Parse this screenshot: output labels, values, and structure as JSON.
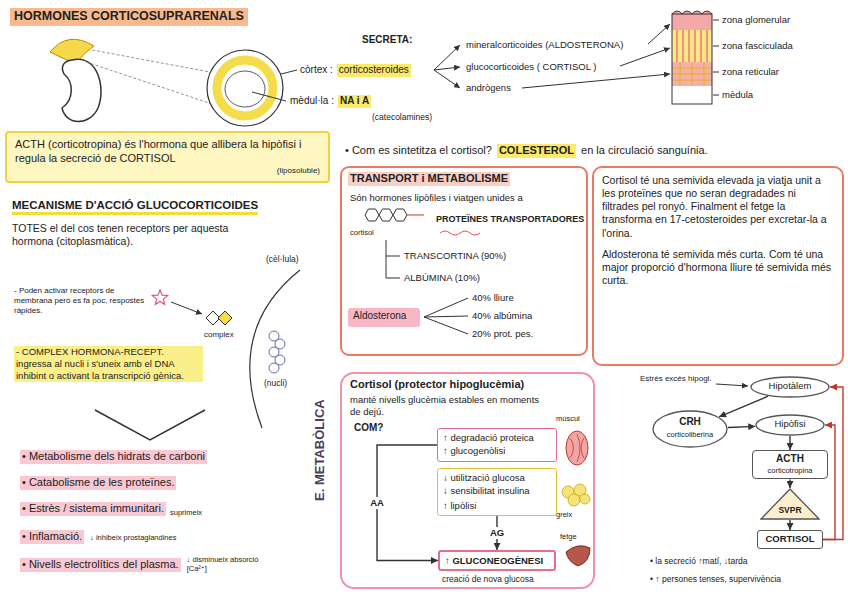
{
  "diagram": {
    "title": "HORMONES CORTICOSUPRARENALS",
    "nodes": [
      {
        "text": [
          "ACTH (corticotropina) és l'hormona que allibera la hipòfisi i regula la secreció de CORTISOL",
          "(liposoluble)"
        ]
      },
      {
        "text": [
          "TRANSPORT i METABOLISME",
          "Són hormones lipòfiles i viatgen unides a",
          "cortisol",
          "PROTEÏNES TRANSPORTADORES",
          "TRANSCORTINA (90%)",
          "ALBÚMINA (10%)",
          "40% lliure",
          "40% albúmina",
          "20% prot. pes."
        ]
      },
      {
        "text": [
          "Aldosterona"
        ],
        "in": 1
      },
      {
        "text": [
          "Cortisol té una semivida elevada ja viatja unit a les proteïnes que no seran degradades ni filtrades pel ronyó. Finalment el fetge la transforma en 17-cetosteroides per excretar-la a l'orina.",
          "Aldosterona té semivida més curta. Com té una major proporció d'hormona lliure té semivida més curta."
        ]
      },
      {
        "text": [
          "Cortisol (protector hipoglucèmia)",
          "manté nivells glucèmia estables en moments de dejú.",
          "COM?",
          "múscul",
          "greix",
          "fetge",
          "creació de nova glucosa"
        ]
      },
      {
        "text": [
          "↑ degradació proteica",
          "↑ glucogenòlisi"
        ],
        "in": 4
      },
      {
        "text": [
          "↓ utilització glucosa",
          "↓ sensibilitat insulina",
          "↑ lipòlisi"
        ],
        "in": 4
      },
      {
        "text": [
          "↑ GLUCONEOGÈNESI"
        ],
        "in": 4
      },
      {
        "text": [
          "Hipotàlem"
        ]
      },
      {
        "text": [
          "CRH",
          "corticoliberina"
        ]
      },
      {
        "text": [
          "Hipòfisi"
        ]
      },
      {
        "text": [
          "ACTH",
          "corticotropina"
        ]
      },
      {
        "text": [
          "SVPR"
        ]
      },
      {
        "text": [
          "CORTISOL"
        ]
      }
    ],
    "edges": [
      {
        "from": 5,
        "to": 7,
        "label": "AA",
        "arrow": "to"
      },
      {
        "from": 6,
        "to": 7,
        "label": "AG",
        "arrow": "to"
      },
      {
        "from": 8,
        "to": 9,
        "arrow": "to"
      },
      {
        "from": 9,
        "to": 10,
        "arrow": "to"
      },
      {
        "from": 10,
        "to": 11,
        "arrow": "to"
      },
      {
        "from": 11,
        "to": 12,
        "arrow": "to"
      },
      {
        "from": 12,
        "to": 13,
        "arrow": "to"
      },
      {
        "from": 13,
        "to": 8,
        "arrow": "to"
      },
      {
        "from": 13,
        "to": 10,
        "arrow": "to"
      }
    ],
    "labels": [
      "SECRETA:",
      "còrtex :",
      "corticosteroides",
      "mineralcorticoides (ALDOSTERONA)",
      "glucocorticoides ( CORTISOL )",
      "andrògens",
      "mèdul·la :",
      "NA i A",
      "(catecolamines)",
      "zona glomerular",
      "zona fasciculada",
      "zona reticular",
      "mèdula",
      "• Com es sintetitza el cortisol?",
      "COLESTEROL",
      "en la circulació sanguínia.",
      "MECANISME D'ACCIÓ GLUCOCORTICOIDES",
      "TOTES el del cos tenen receptors per aquesta hormona (citoplasmàtica).",
      "(cèl·lula)",
      "- Poden activar receptors de membrana però es fa poc, respostes ràpides.",
      "complex",
      "(nucli)",
      "- COMPLEX HORMONA-RECEPT. ingressa al nucli i s'uneix amb el DNA inhibint o activant la transcripció gènica.",
      "• Metabolisme dels hidrats de carboni",
      "• Catabolisme de les proteïnes.",
      "• Estrès / sistema immunitari.",
      "suprimeix",
      "• Inflamació.",
      "↓ inhibeix prostaglandines",
      "• Nivells electrolítics del plasma.",
      "↓ disminueix absorció [Ca²⁺]",
      "E. METABÒLICA",
      "Estrès excés hipogl.",
      "• la secreció ↑matí, ↓tarda",
      "• ↑ persones tenses, supervivència"
    ]
  }
}
